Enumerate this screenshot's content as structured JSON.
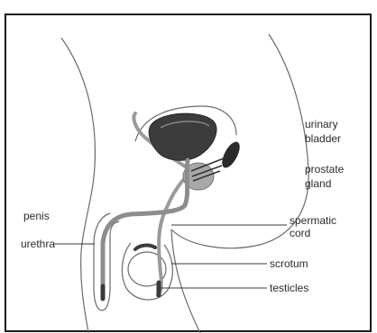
{
  "diagram": {
    "labels": {
      "urinary_bladder_line1": "urinary",
      "urinary_bladder_line2": "bladder",
      "prostate_gland_line1": "prostate",
      "prostate_gland_line2": "gland",
      "penis": "penis",
      "urethra": "urethra",
      "spermatic_cord_line1": "spermatic",
      "spermatic_cord_line2": "cord",
      "scrotum": "scrotum",
      "testicles": "testicles"
    },
    "colors": {
      "frame": "#1a1a1a",
      "outline": "#6a6a6a",
      "urethra_tube": "#9a9a9a",
      "bladder_fill": "#3c3c3c",
      "prostate_fill": "#a8a8a8",
      "leader_line": "#3a3a3a",
      "label_text": "#2a2a2a"
    }
  }
}
